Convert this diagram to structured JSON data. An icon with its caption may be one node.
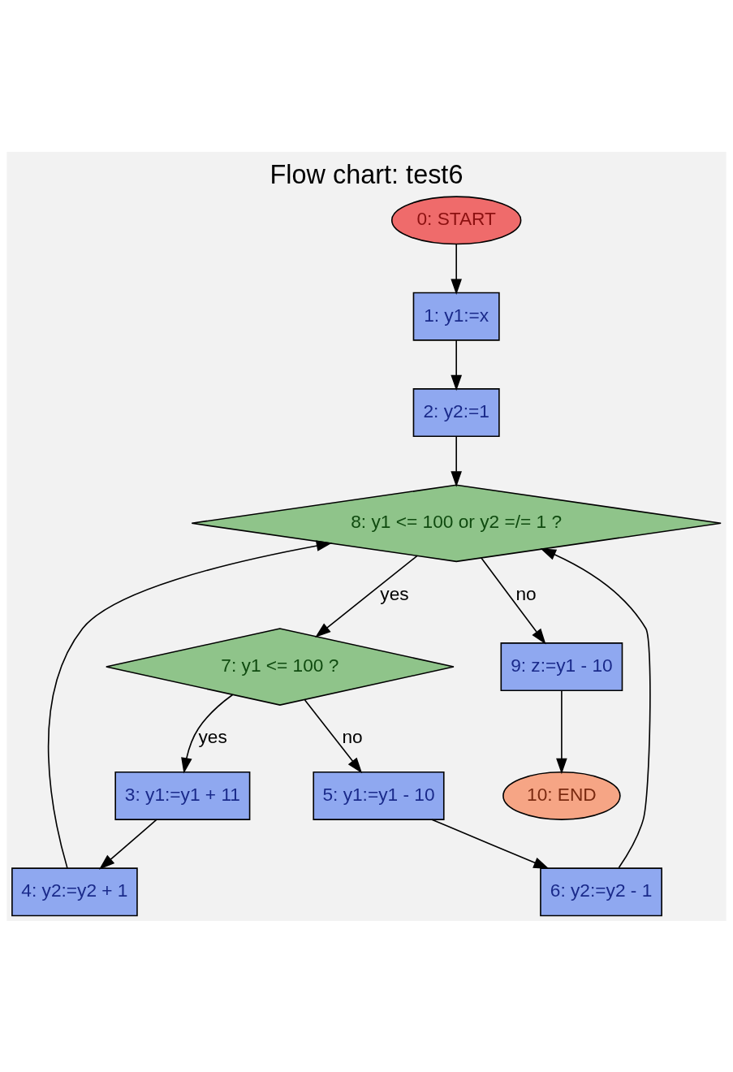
{
  "diagram": {
    "title": "Flow chart: test6",
    "nodes": [
      {
        "text": [
          "0: START"
        ]
      },
      {
        "text": [
          "1: y1:=x"
        ]
      },
      {
        "text": [
          "2: y2:=1"
        ]
      },
      {
        "text": [
          "8: y1 <= 100 or y2 =/= 1 ?"
        ]
      },
      {
        "text": [
          "7: y1 <= 100 ?"
        ]
      },
      {
        "text": [
          "9: z:=y1 - 10"
        ]
      },
      {
        "text": [
          "3: y1:=y1 + 11"
        ]
      },
      {
        "text": [
          "5: y1:=y1 - 10"
        ]
      },
      {
        "text": [
          "10: END"
        ]
      },
      {
        "text": [
          "4: y2:=y2 + 1"
        ]
      },
      {
        "text": [
          "6: y2:=y2 - 1"
        ]
      }
    ],
    "edges": [
      {
        "from": 0,
        "to": 1,
        "arrow": "to"
      },
      {
        "from": 1,
        "to": 2,
        "arrow": "to"
      },
      {
        "from": 2,
        "to": 3,
        "arrow": "to"
      },
      {
        "from": 3,
        "to": 4,
        "arrow": "to",
        "label": "yes"
      },
      {
        "from": 3,
        "to": 5,
        "arrow": "to",
        "label": "no"
      },
      {
        "from": 4,
        "to": 6,
        "arrow": "to",
        "label": "yes"
      },
      {
        "from": 4,
        "to": 7,
        "arrow": "to",
        "label": "no"
      },
      {
        "from": 5,
        "to": 8,
        "arrow": "to"
      },
      {
        "from": 6,
        "to": 9,
        "arrow": "to"
      },
      {
        "from": 7,
        "to": 10,
        "arrow": "to"
      },
      {
        "from": 9,
        "to": 3,
        "arrow": "to"
      },
      {
        "from": 10,
        "to": 3,
        "arrow": "to"
      }
    ]
  }
}
